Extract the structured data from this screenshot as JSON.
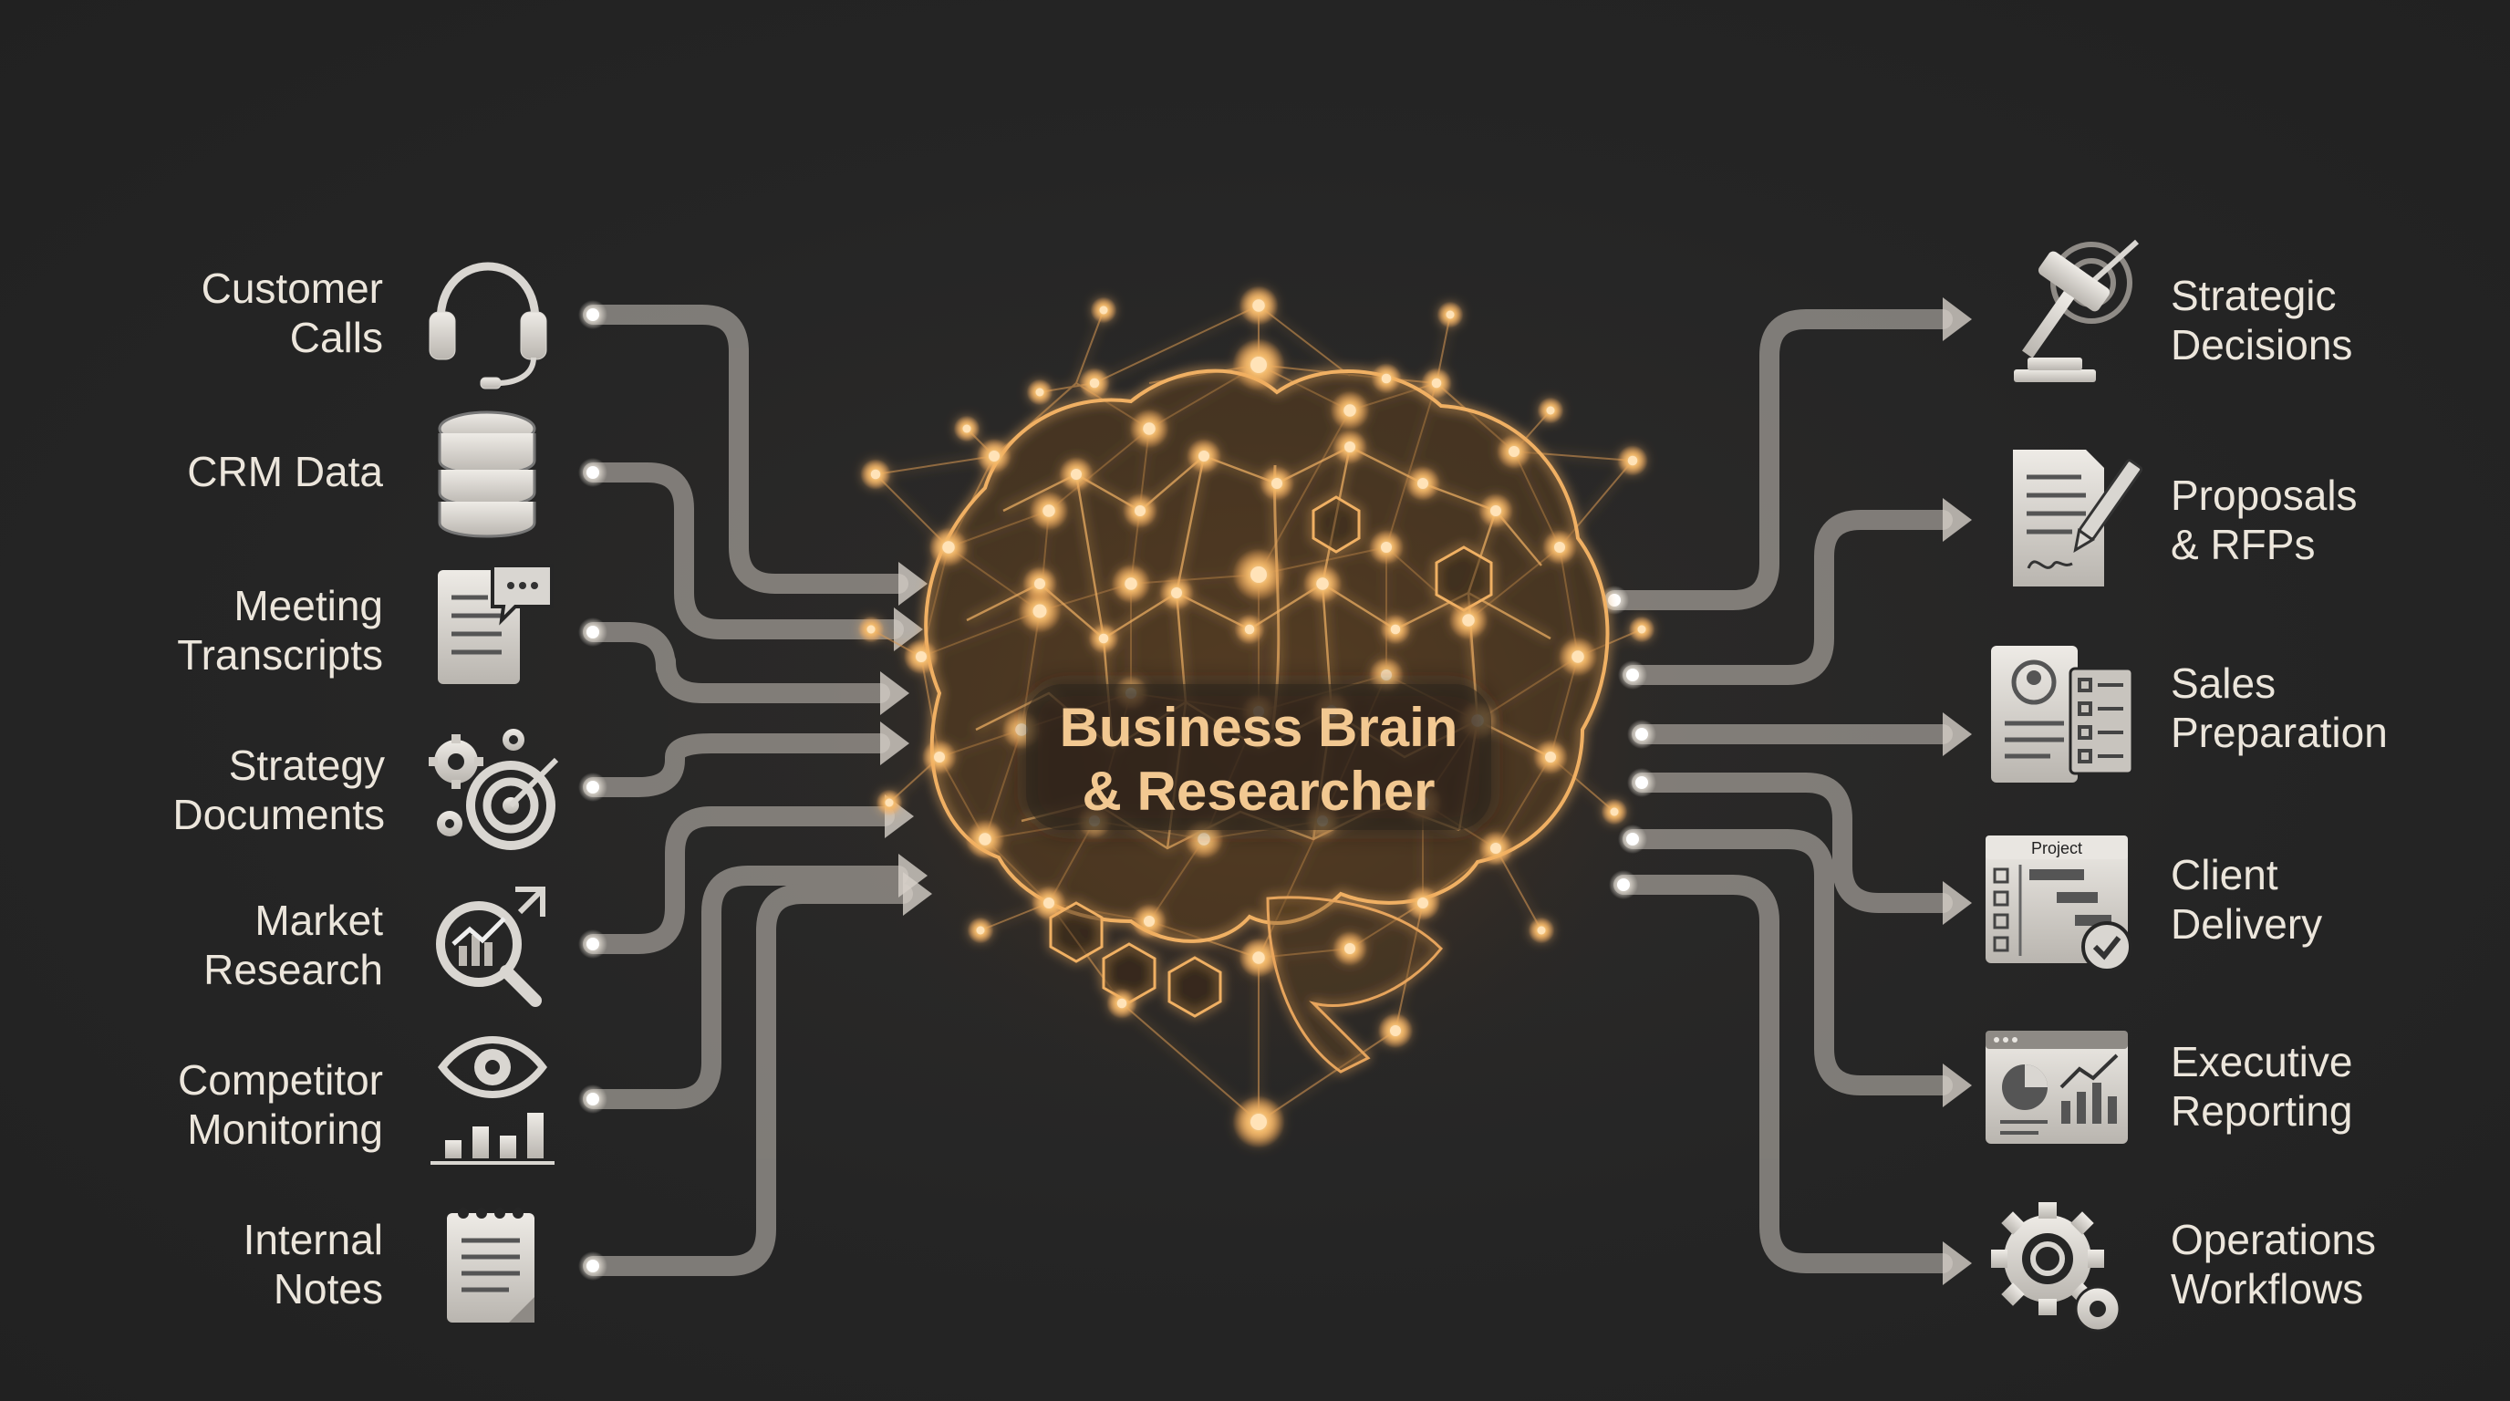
{
  "title": {
    "line1": "Business Brain",
    "line2": "& Researcher"
  },
  "inputs": [
    {
      "line1": "Customer",
      "line2": "Calls",
      "icon": "headset-icon"
    },
    {
      "line1": "CRM Data",
      "line2": "",
      "icon": "database-icon"
    },
    {
      "line1": "Meeting",
      "line2": "Transcripts",
      "icon": "transcript-icon"
    },
    {
      "line1": "Strategy",
      "line2": "Documents",
      "icon": "gears-target-icon"
    },
    {
      "line1": "Market",
      "line2": "Research",
      "icon": "magnifier-chart-icon"
    },
    {
      "line1": "Competitor",
      "line2": "Monitoring",
      "icon": "eye-chart-icon"
    },
    {
      "line1": "Internal",
      "line2": "Notes",
      "icon": "notepad-icon"
    }
  ],
  "outputs": [
    {
      "line1": "Strategic",
      "line2": "Decisions",
      "icon": "gavel-target-icon"
    },
    {
      "line1": "Proposals",
      "line2": "& RFPs",
      "icon": "signed-document-icon"
    },
    {
      "line1": "Sales",
      "line2": "Preparation",
      "icon": "profile-checklist-icon"
    },
    {
      "line1": "Client",
      "line2": "Delivery",
      "icon": "project-board-icon",
      "badge": "Project"
    },
    {
      "line1": "Executive",
      "line2": "Reporting",
      "icon": "dashboard-icon"
    },
    {
      "line1": "Operations",
      "line2": "Workflows",
      "icon": "gears-icon"
    }
  ],
  "colors": {
    "background": "#262626",
    "glow": "#f0b064",
    "text": "#ece6dc",
    "title": "#f2c891",
    "pipe": "#c9c3bb",
    "icon": "#d9d6d1"
  }
}
